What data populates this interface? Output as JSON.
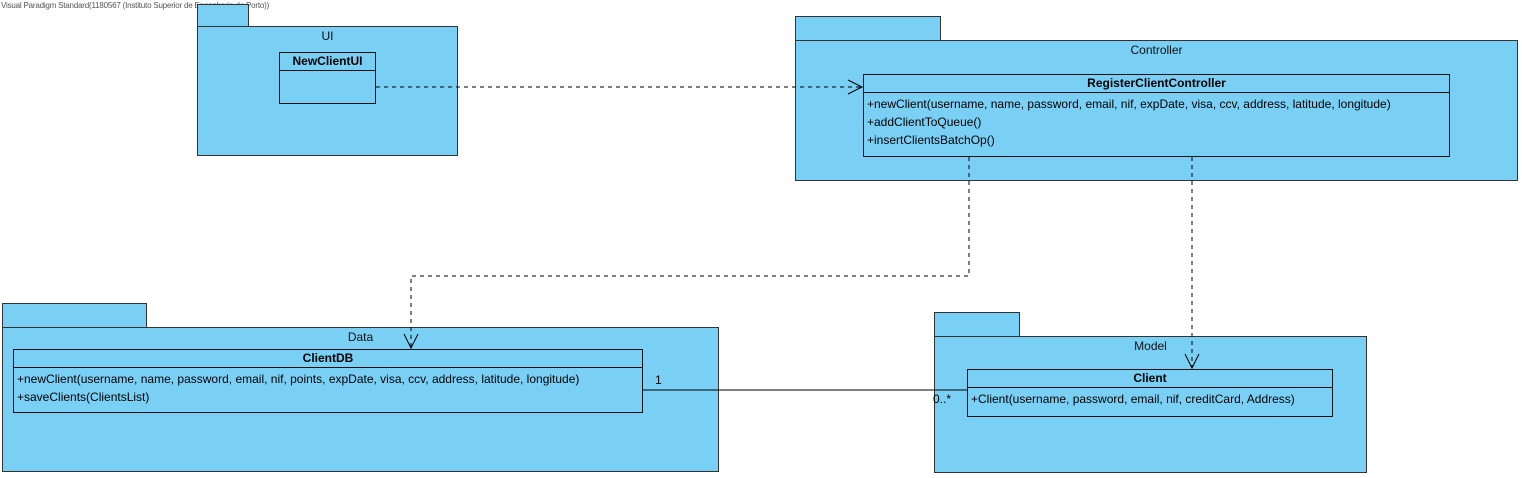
{
  "watermark": "Visual Paradigm Standard(1180567 (Instituto Superior de Engenharia do Porto))",
  "packages": {
    "ui": {
      "name": "UI",
      "classes": {
        "new_client_ui": {
          "name": "NewClientUI",
          "operations": []
        }
      }
    },
    "controller": {
      "name": "Controller",
      "classes": {
        "register_client_controller": {
          "name": "RegisterClientController",
          "operations": [
            "+newClient(username, name, password, email, nif, expDate, visa, ccv, address, latitude, longitude)",
            "+addClientToQueue()",
            "+insertClientsBatchOp()"
          ]
        }
      }
    },
    "data": {
      "name": "Data",
      "classes": {
        "client_db": {
          "name": "ClientDB",
          "operations": [
            "+newClient(username, name, password, email, nif, points, expDate, visa, ccv, address, latitude, longitude)",
            "+saveClients(ClientsList)"
          ]
        }
      }
    },
    "model": {
      "name": "Model",
      "classes": {
        "client": {
          "name": "Client",
          "operations": [
            "+Client(username, password, email, nif, creditCard, Address)"
          ]
        }
      }
    }
  },
  "association": {
    "source_multiplicity": "1",
    "target_multiplicity": "0..*"
  },
  "colors": {
    "package_fill": "#7acff5",
    "line": "#000000"
  }
}
